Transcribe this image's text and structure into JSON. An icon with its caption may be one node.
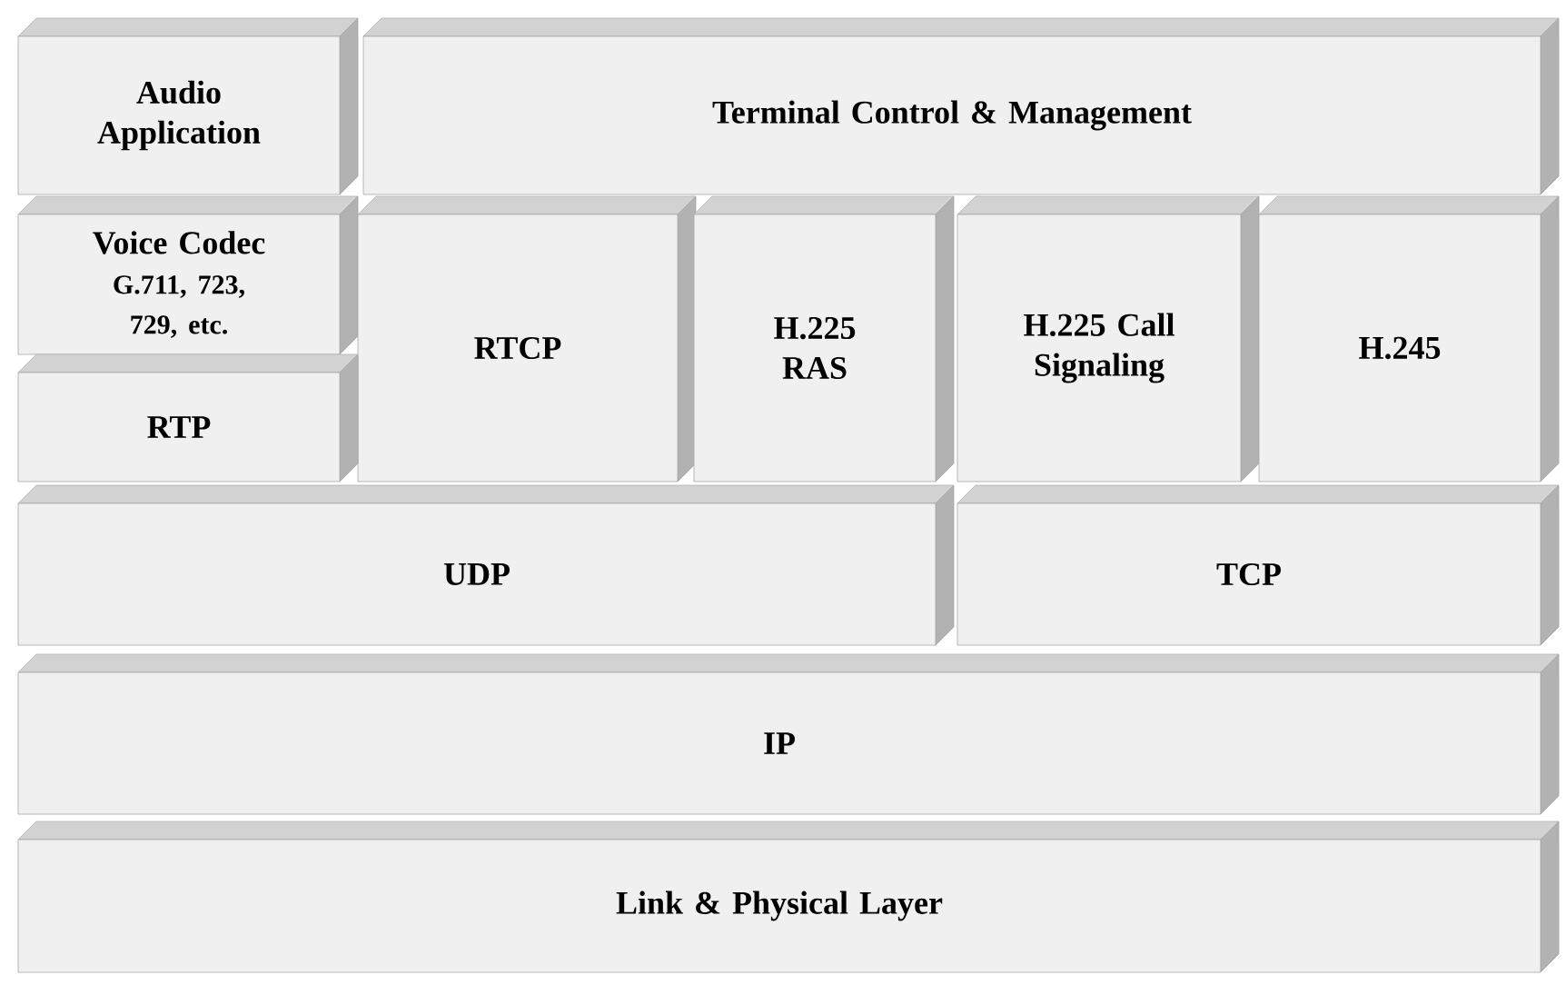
{
  "diagram": {
    "nodes": [
      {
        "text": [
          "Audio Application"
        ]
      },
      {
        "text": [
          "Terminal Control & Management"
        ]
      },
      {
        "text": [
          "Voice Codec",
          "G.711, 723, 729, etc."
        ]
      },
      {
        "text": [
          "RTCP"
        ]
      },
      {
        "text": [
          "H.225 RAS"
        ]
      },
      {
        "text": [
          "H.225 Call Signaling"
        ]
      },
      {
        "text": [
          "H.245"
        ]
      },
      {
        "text": [
          "RTP"
        ]
      },
      {
        "text": [
          "UDP"
        ]
      },
      {
        "text": [
          "TCP"
        ]
      },
      {
        "text": [
          "IP"
        ]
      },
      {
        "text": [
          "Link & Physical Layer"
        ]
      }
    ]
  }
}
